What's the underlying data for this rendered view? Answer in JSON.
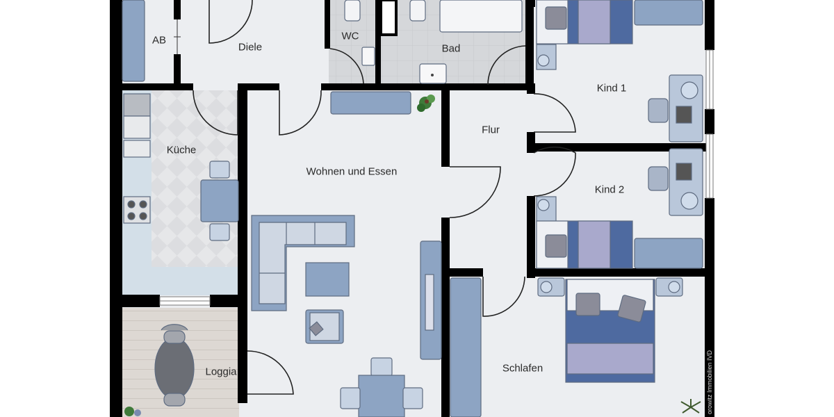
{
  "floor_plan": {
    "rooms": [
      {
        "id": "ab",
        "label": "AB"
      },
      {
        "id": "diele",
        "label": "Diele"
      },
      {
        "id": "wc",
        "label": "WC"
      },
      {
        "id": "bad",
        "label": "Bad"
      },
      {
        "id": "kind1",
        "label": "Kind 1"
      },
      {
        "id": "kueche",
        "label": "Küche"
      },
      {
        "id": "wohnen",
        "label": "Wohnen und Essen"
      },
      {
        "id": "flur",
        "label": "Flur"
      },
      {
        "id": "kind2",
        "label": "Kind 2"
      },
      {
        "id": "loggia",
        "label": "Loggia"
      },
      {
        "id": "schlafen",
        "label": "Schlafen"
      }
    ],
    "watermark": "orowitz Immobilien IVD",
    "colors": {
      "wall": "#000000",
      "floor": "#eceef1",
      "tile": "#d3d5d8",
      "kitchen_floor": "#e4e6e8",
      "kitchen_counter": "#cfdde6",
      "loggia_floor": "#dcd8d4",
      "furniture_blue": "#8da4c3",
      "furniture_light": "#cdd6e4",
      "bed_dark": "#4e6aa0",
      "bed_lilac": "#a9a9cc",
      "pillow": "#8b8c99",
      "plant_green": "#3f7a3a"
    }
  }
}
